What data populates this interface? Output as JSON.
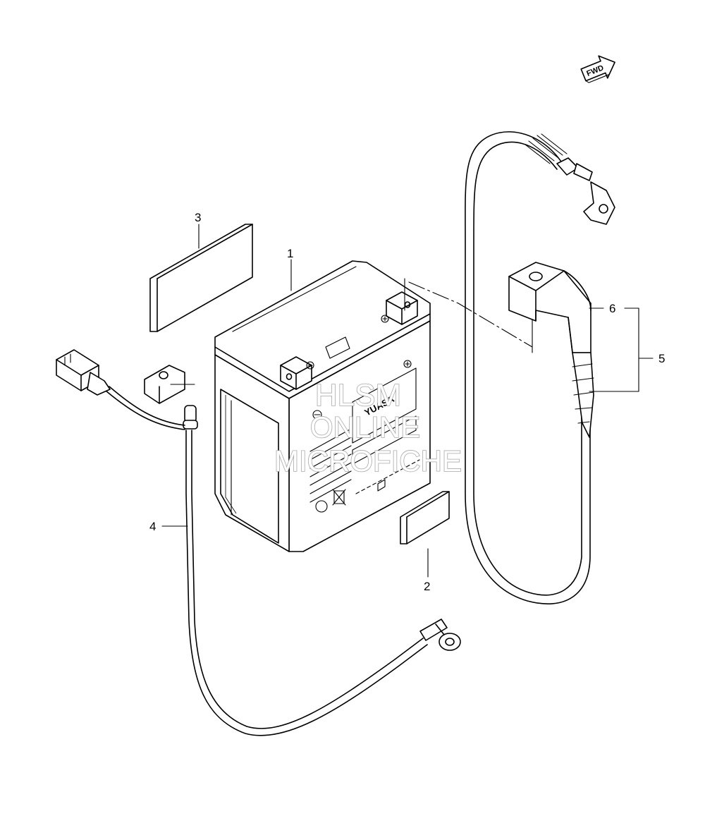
{
  "fwd_label": "FWD",
  "brand_label": "YUASA",
  "callouts": [
    {
      "id": "battery",
      "number": "1"
    },
    {
      "id": "battery-pad-small",
      "number": "2"
    },
    {
      "id": "battery-pad-large",
      "number": "3"
    },
    {
      "id": "negative-lead",
      "number": "4"
    },
    {
      "id": "positive-lead-assembly",
      "number": "5"
    },
    {
      "id": "terminal-cover",
      "number": "6"
    }
  ],
  "watermark": {
    "line1": "HLSM",
    "line2": "ONLINE",
    "line3": "MICROFICHE"
  }
}
